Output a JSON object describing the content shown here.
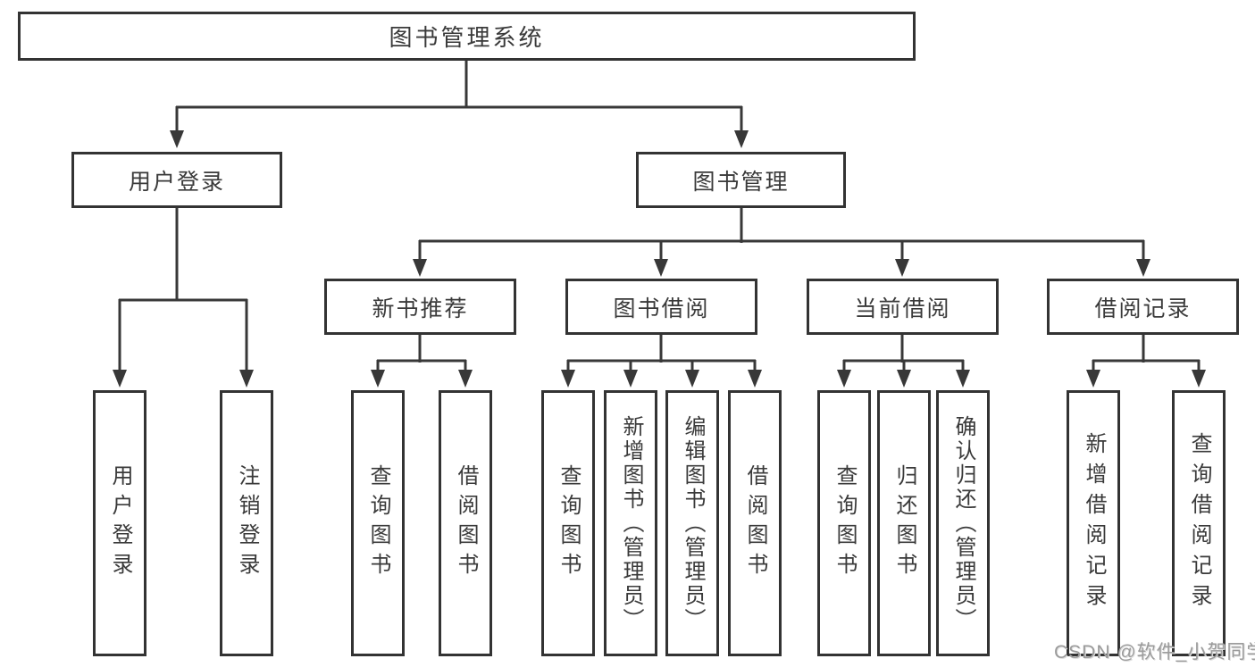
{
  "diagram": {
    "root": {
      "label": "图书管理系统"
    },
    "level2": [
      {
        "label": "用户登录"
      },
      {
        "label": "图书管理"
      }
    ],
    "level3": [
      {
        "label": "新书推荐"
      },
      {
        "label": "图书借阅"
      },
      {
        "label": "当前借阅"
      },
      {
        "label": "借阅记录"
      }
    ],
    "leaves": [
      {
        "label": "用户登录"
      },
      {
        "label": "注销登录"
      },
      {
        "label": "查询图书"
      },
      {
        "label": "借阅图书"
      },
      {
        "label": "查询图书"
      },
      {
        "label": "新增图书（管理员）"
      },
      {
        "label": "编辑图书（管理员）"
      },
      {
        "label": "借阅图书"
      },
      {
        "label": "查询图书"
      },
      {
        "label": "归还图书"
      },
      {
        "label": "确认归还（管理员）"
      },
      {
        "label": "新增借阅记录"
      },
      {
        "label": "查询借阅记录"
      }
    ]
  },
  "watermark": {
    "text": "CSDN @软件_小贺同学"
  },
  "colors": {
    "line": "#383838",
    "box_border": "#333333",
    "text": "#3a3a3a",
    "watermark": "#9b9b9b",
    "background": "#ffffff"
  }
}
